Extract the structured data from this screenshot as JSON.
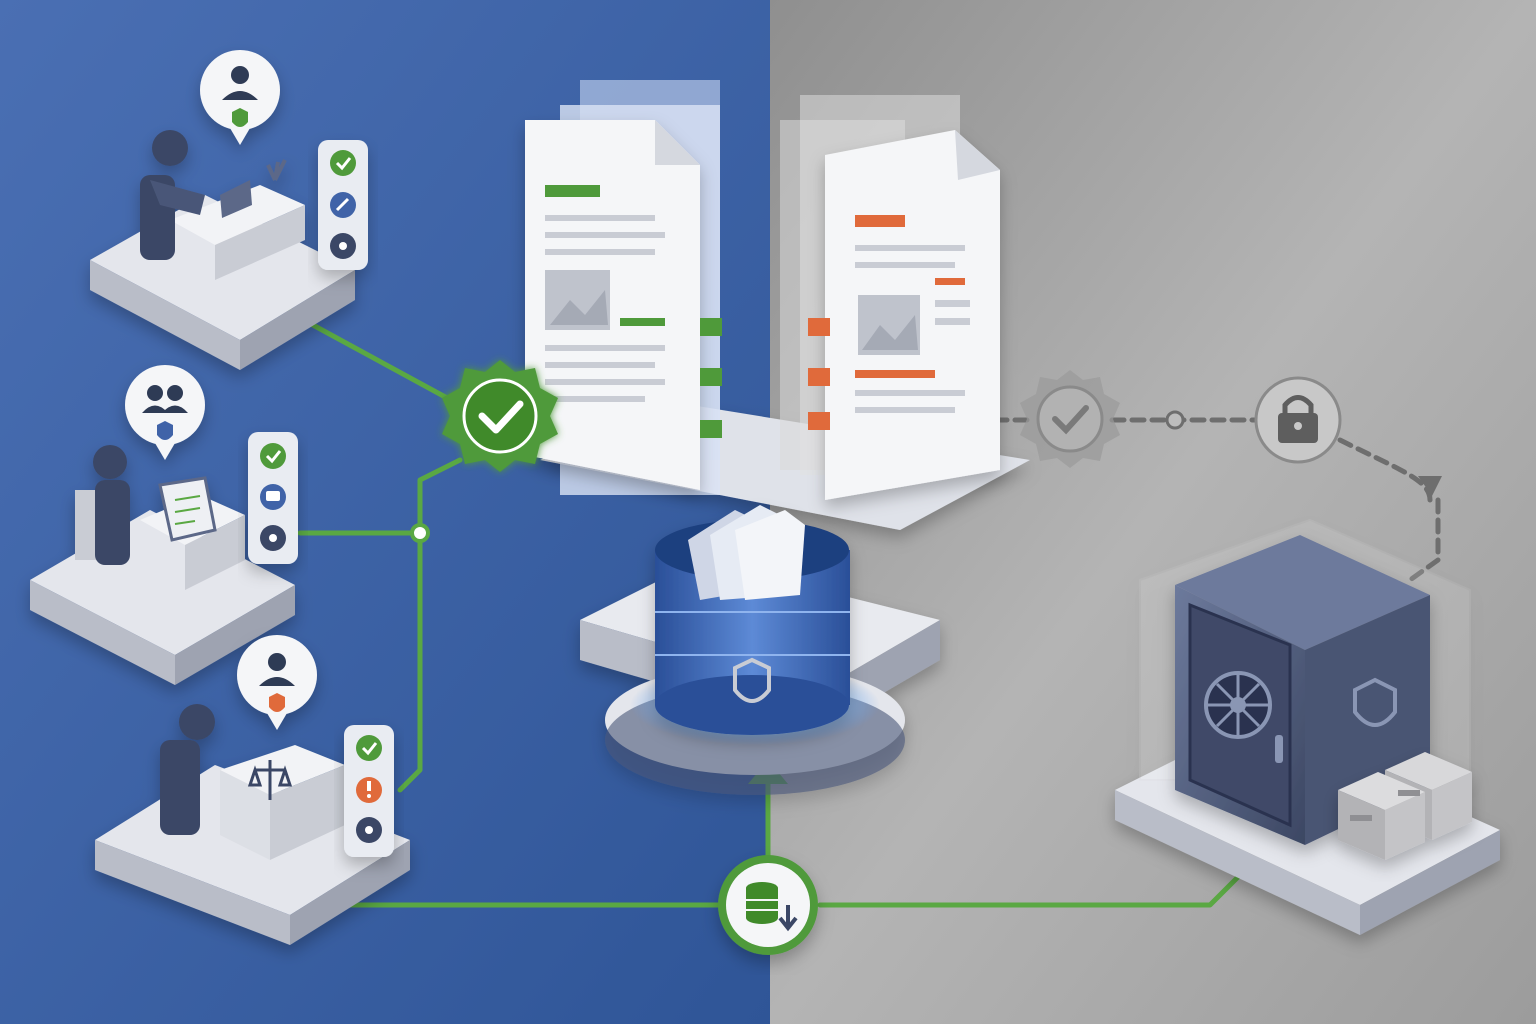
{
  "colors": {
    "bg_left": "#3f64a8",
    "bg_left_dark": "#2d4f8f",
    "bg_right": "#a6a6a6",
    "bg_right_light": "#c2c2c2",
    "accent_green": "#4f9a3a",
    "accent_orange": "#e06a3b",
    "navy": "#3b4766",
    "platform": "#e4e6ec",
    "platform_side": "#b9bdc8",
    "doc_white": "#f5f6f8",
    "glow_blue": "#8fc3ff",
    "muted_gray": "#8c8c8c"
  },
  "workstations": [
    {
      "name": "reviewer-desk",
      "role_icon": "user-shield-icon",
      "role_accent": "green",
      "desk_item": "laptop",
      "status_icons": [
        "check-icon",
        "edit-icon",
        "eye-icon"
      ]
    },
    {
      "name": "team-desk",
      "role_icon": "team-shield-icon",
      "role_accent": "navy",
      "desk_item": "tablet",
      "status_icons": [
        "check-icon",
        "comment-icon",
        "eye-icon"
      ]
    },
    {
      "name": "legal-desk",
      "role_icon": "user-shield-icon",
      "role_accent": "orange",
      "desk_item": "scales",
      "status_icons": [
        "check-icon",
        "alert-icon",
        "eye-icon"
      ]
    }
  ],
  "documents": [
    {
      "name": "approved-document",
      "accent": "green",
      "state": "approved"
    },
    {
      "name": "redacted-document",
      "accent": "orange",
      "state": "pending"
    }
  ],
  "hub": {
    "icon": "shield-icon",
    "contents": "document-stack"
  },
  "connectors": {
    "approval_badge": "check-badge-icon",
    "archive_node": "database-download-icon",
    "muted_badge": "check-badge-icon",
    "lock_node": "lock-icon"
  },
  "vault": {
    "icon": "shield-icon",
    "items": [
      "safe",
      "archive-boxes"
    ]
  }
}
